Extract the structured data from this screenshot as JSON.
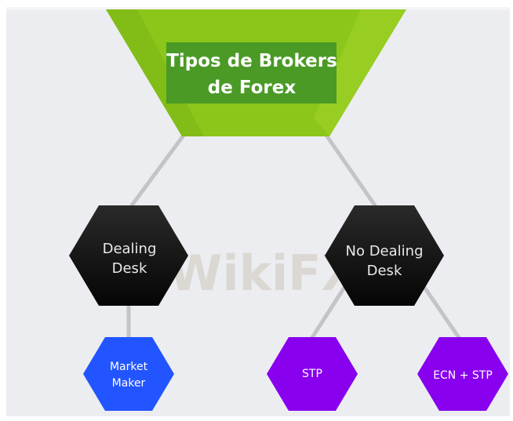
{
  "title": {
    "line1": "Tipos de Brokers",
    "line2": "de Forex"
  },
  "nodes": {
    "dealing_desk": {
      "line1": "Dealing",
      "line2": "Desk"
    },
    "no_dealing_desk": {
      "line1": "No Dealing",
      "line2": "Desk"
    },
    "market_maker": {
      "line1": "Market",
      "line2": "Maker"
    },
    "stp": {
      "label": "STP"
    },
    "ecn_stp": {
      "label": "ECN + STP"
    }
  },
  "watermark": "WikiFX",
  "colors": {
    "background": "#ecedf1",
    "funnel_green": "#8cc61a",
    "title_box": "#4a9a25",
    "connector": "#c2c4c7",
    "hex_dark": "#1c1c1c",
    "market_maker_blue": "#2255ff",
    "stp_purple": "#8800ee"
  }
}
